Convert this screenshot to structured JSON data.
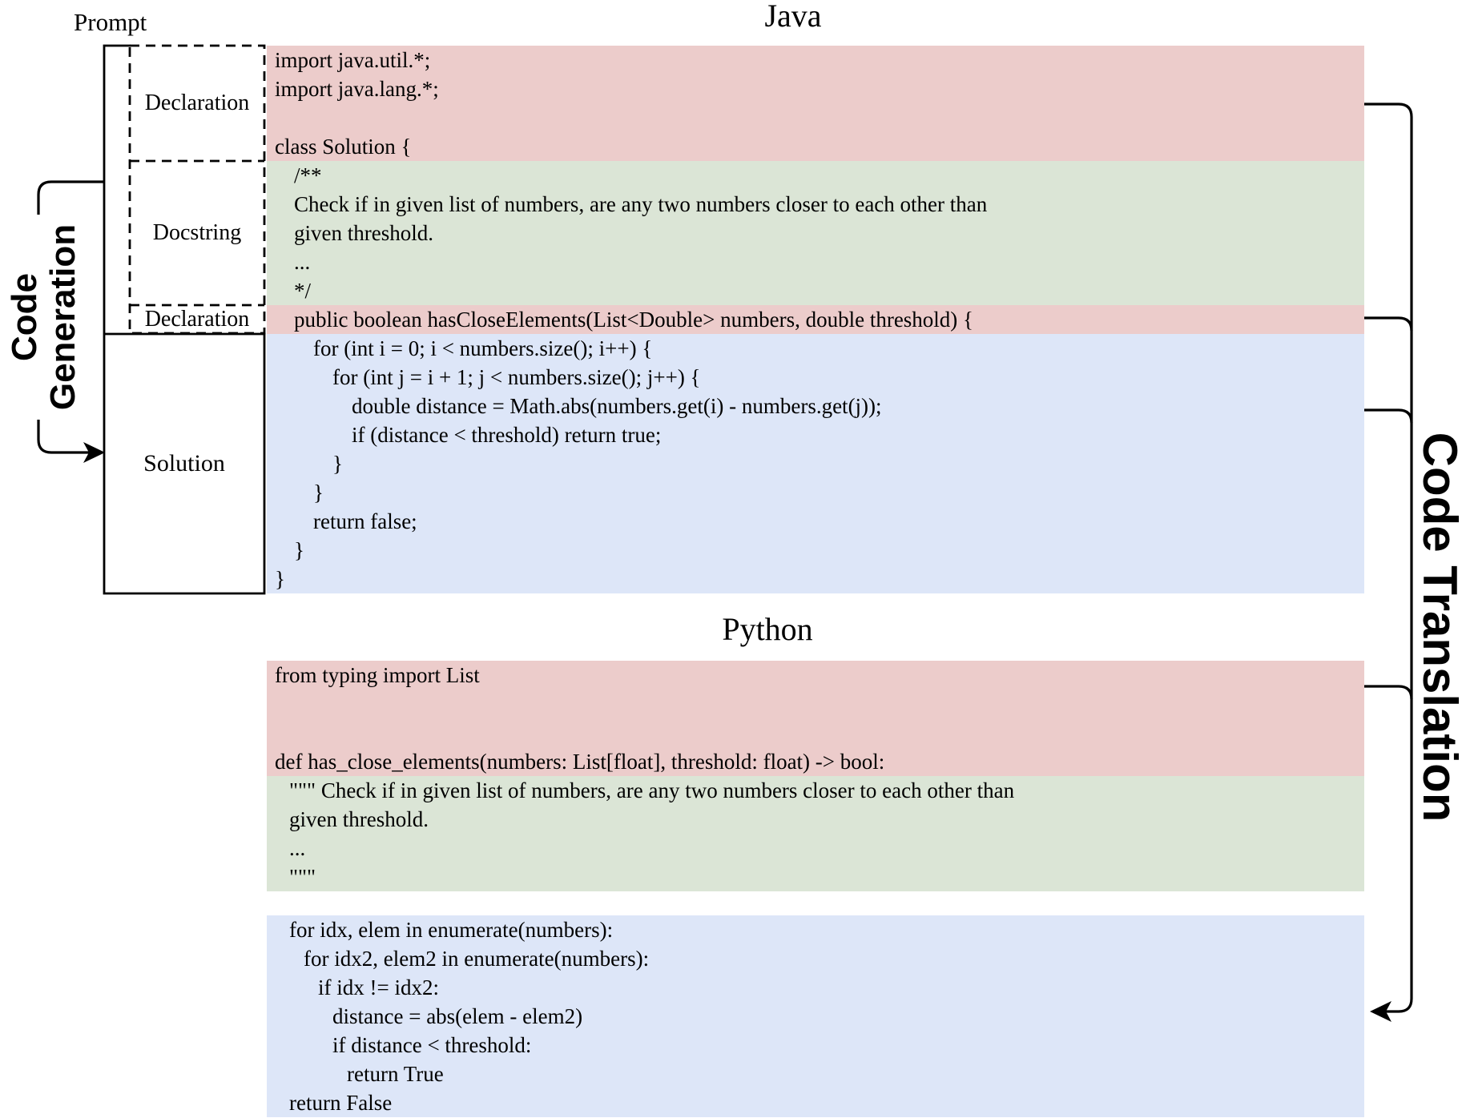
{
  "figure": {
    "java_title": "Java",
    "python_title": "Python",
    "prompt_label": "Prompt",
    "generation_label_line1": "Code",
    "generation_label_line2": "Generation",
    "translation_label": "Code Translation",
    "solution_label": "Solution",
    "prompt_sections": [
      {
        "label": "Declaration"
      },
      {
        "label": "Docstring"
      },
      {
        "label": "Declaration"
      }
    ]
  },
  "colors": {
    "declaration": "#eccccb",
    "docstring": "#dbe5d6",
    "solution": "#dde6f8",
    "line": "#000000"
  },
  "code_blocks": [
    {
      "id": "java-declaration",
      "kind": "declaration",
      "lines": [
        {
          "i": 0,
          "t": "import java.util.*;"
        },
        {
          "i": 0,
          "t": "import java.lang.*;"
        },
        {
          "i": 0,
          "t": ""
        },
        {
          "i": 0,
          "t": "class Solution {"
        }
      ]
    },
    {
      "id": "java-docstring",
      "kind": "docstring",
      "lines": [
        {
          "i": 1,
          "t": "/**"
        },
        {
          "i": 1,
          "t": "Check if in given list of numbers, are any two numbers closer to each other than"
        },
        {
          "i": 1,
          "t": "given threshold."
        },
        {
          "i": 1,
          "t": "..."
        },
        {
          "i": 1,
          "t": "*/"
        }
      ]
    },
    {
      "id": "java-signature",
      "kind": "declaration",
      "lines": [
        {
          "i": 1,
          "t": "public boolean hasCloseElements(List<Double> numbers, double threshold) {"
        }
      ]
    },
    {
      "id": "java-solution",
      "kind": "solution",
      "lines": [
        {
          "i": 2,
          "t": "for (int i = 0; i < numbers.size(); i++) {"
        },
        {
          "i": 3,
          "t": "for (int j = i + 1; j < numbers.size(); j++) {"
        },
        {
          "i": 4,
          "t": "double distance = Math.abs(numbers.get(i) - numbers.get(j));"
        },
        {
          "i": 4,
          "t": "if (distance < threshold) return true;"
        },
        {
          "i": 3,
          "t": "}"
        },
        {
          "i": 2,
          "t": "}"
        },
        {
          "i": 2,
          "t": "return false;"
        },
        {
          "i": 1,
          "t": "}"
        },
        {
          "i": 0,
          "t": "}"
        }
      ]
    },
    {
      "id": "python-declaration",
      "kind": "declaration",
      "lines": [
        {
          "i": 0,
          "t": "from typing import List"
        },
        {
          "i": 0,
          "t": ""
        },
        {
          "i": 0,
          "t": ""
        },
        {
          "i": 0,
          "t": "def has_close_elements(numbers: List[float], threshold: float) -> bool:"
        }
      ]
    },
    {
      "id": "python-docstring",
      "kind": "docstring",
      "lines": [
        {
          "i": 1,
          "t": "\"\"\" Check if in given list of numbers, are any two numbers closer to each other than"
        },
        {
          "i": 1,
          "t": "given threshold."
        },
        {
          "i": 1,
          "t": "..."
        },
        {
          "i": 1,
          "t": "\"\"\""
        }
      ]
    },
    {
      "id": "python-solution",
      "kind": "solution",
      "lines": [
        {
          "i": 1,
          "t": "for idx, elem in enumerate(numbers):"
        },
        {
          "i": 2,
          "t": "for idx2, elem2 in enumerate(numbers):"
        },
        {
          "i": 3,
          "t": "if idx != idx2:"
        },
        {
          "i": 4,
          "t": "distance = abs(elem - elem2)"
        },
        {
          "i": 4,
          "t": "if distance < threshold:"
        },
        {
          "i": 5,
          "t": "return True"
        },
        {
          "i": 1,
          "t": "return False"
        }
      ]
    }
  ]
}
